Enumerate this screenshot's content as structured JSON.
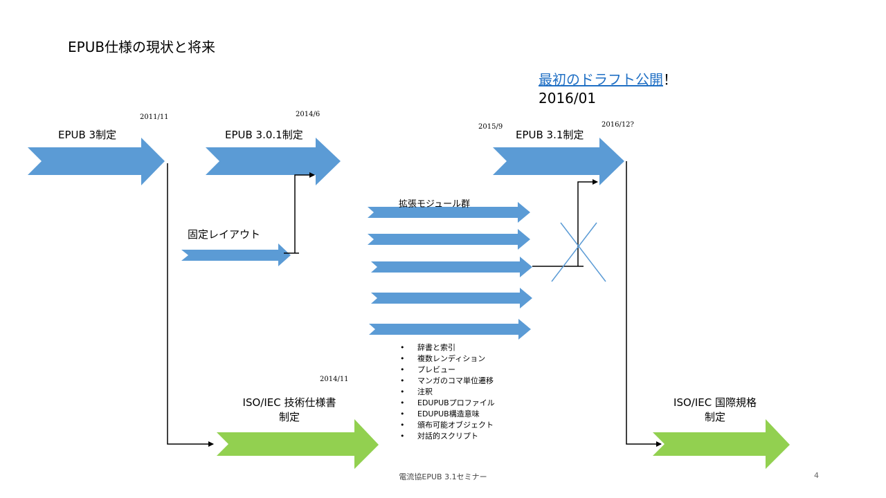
{
  "slide": {
    "title": "EPUB仕様の現状と将来",
    "draft_link": "最初のドラフト公開",
    "draft_mark": "！",
    "draft_date": "2016/01",
    "footer": "電流協EPUB 3.1セミナー",
    "page_number": "4"
  },
  "milestones": {
    "epub3": {
      "label": "EPUB 3制定",
      "date": "2011/11"
    },
    "epub301": {
      "label": "EPUB 3.0.1制定",
      "date": "2014/6"
    },
    "epub31": {
      "label": "EPUB 3.1制定",
      "date_start": "2015/9",
      "date_end": "2016/12?"
    },
    "fixed_layout": {
      "label": "固定レイアウト"
    },
    "modules": {
      "label": "拡張モジュール群"
    },
    "iso_ts": {
      "label_line1": "ISO/IEC 技術仕様書",
      "label_line2": "制定",
      "date": "2014/11"
    },
    "iso_is": {
      "label_line1": "ISO/IEC 国際規格",
      "label_line2": "制定"
    }
  },
  "module_items": [
    "辞書と索引",
    "複数レンディション",
    "プレビュー",
    "マンガのコマ単位遷移",
    "注釈",
    "EDUPUBプロファイル",
    "EDUPUB構造意味",
    "頒布可能オブジェクト",
    "対話的スクリプト"
  ],
  "colors": {
    "blue_arrow": "#5b9bd5",
    "green_arrow": "#92d050",
    "link": "#1f6fc4"
  }
}
